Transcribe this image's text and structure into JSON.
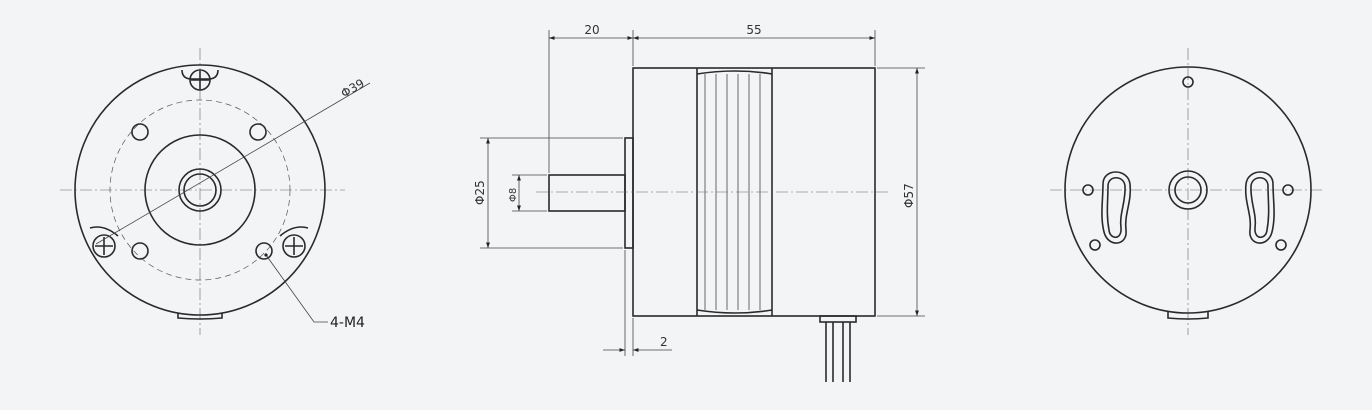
{
  "dimensions": {
    "shaft_length": "20",
    "body_length": "55",
    "pilot_diameter": "Φ25",
    "shaft_diameter": "Φ8",
    "body_diameter": "Φ57",
    "flange_thickness": "2",
    "bolt_circle_diameter": "Φ39",
    "mounting_holes": "4-M4"
  }
}
